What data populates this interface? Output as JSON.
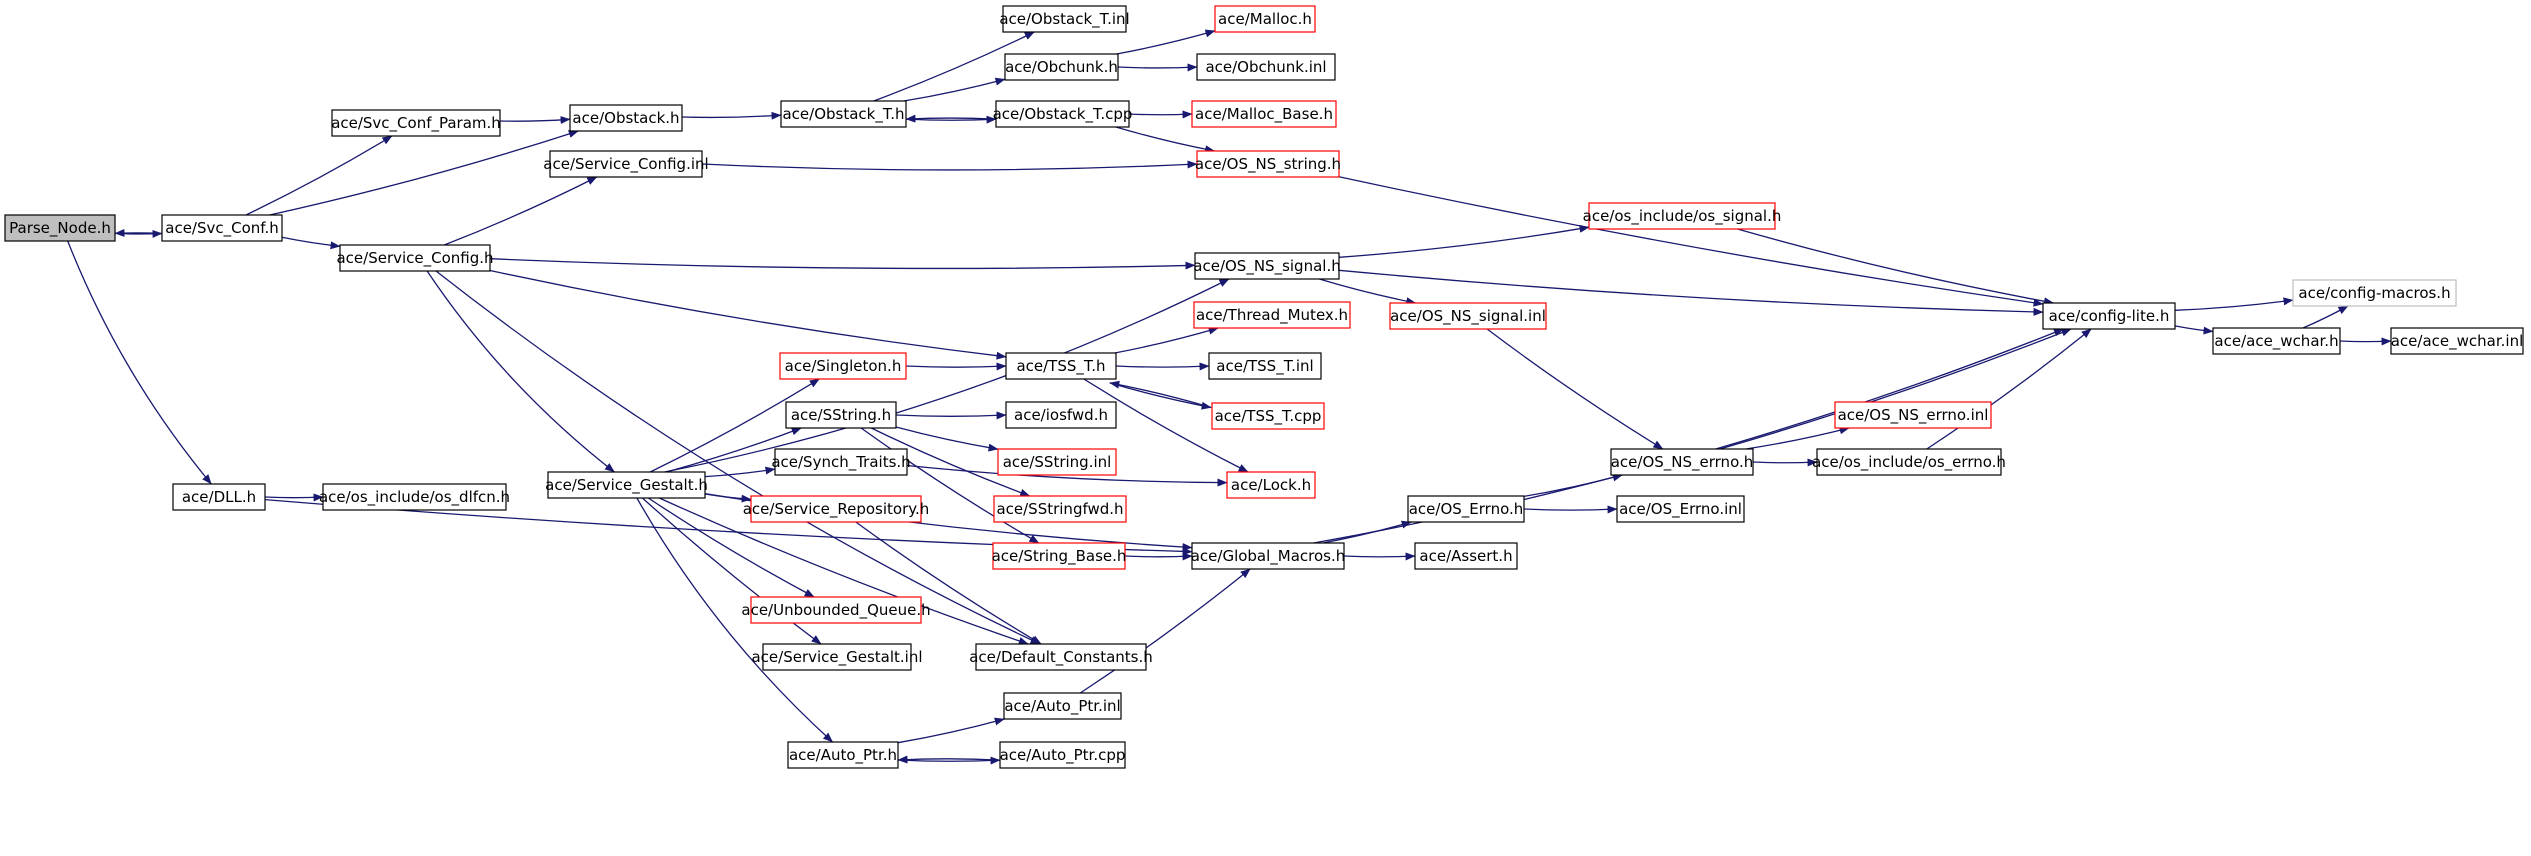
{
  "graph": {
    "edge_color": "#191970",
    "colors": {
      "root_fill": "#bfbfbf",
      "normal_border": "#000000",
      "incomplete_border": "#ff0000",
      "external_border": "#bfbfbf"
    },
    "nodes": [
      {
        "id": "parse_node",
        "label": "Parse_Node.h",
        "kind": "root"
      },
      {
        "id": "svc_conf",
        "label": "ace/Svc_Conf.h",
        "kind": "normal"
      },
      {
        "id": "svc_conf_param",
        "label": "ace/Svc_Conf_Param.h",
        "kind": "normal"
      },
      {
        "id": "obstack",
        "label": "ace/Obstack.h",
        "kind": "normal"
      },
      {
        "id": "obstack_t",
        "label": "ace/Obstack_T.h",
        "kind": "normal"
      },
      {
        "id": "obstack_t_inl",
        "label": "ace/Obstack_T.inl",
        "kind": "normal"
      },
      {
        "id": "obchunk",
        "label": "ace/Obchunk.h",
        "kind": "normal"
      },
      {
        "id": "malloc",
        "label": "ace/Malloc.h",
        "kind": "incomplete"
      },
      {
        "id": "obchunk_inl",
        "label": "ace/Obchunk.inl",
        "kind": "normal"
      },
      {
        "id": "obstack_t_cpp",
        "label": "ace/Obstack_T.cpp",
        "kind": "normal"
      },
      {
        "id": "malloc_base",
        "label": "ace/Malloc_Base.h",
        "kind": "incomplete"
      },
      {
        "id": "os_ns_string",
        "label": "ace/OS_NS_string.h",
        "kind": "incomplete"
      },
      {
        "id": "service_config_inl",
        "label": "ace/Service_Config.inl",
        "kind": "normal"
      },
      {
        "id": "service_config",
        "label": "ace/Service_Config.h",
        "kind": "normal"
      },
      {
        "id": "os_ns_signal",
        "label": "ace/OS_NS_signal.h",
        "kind": "normal"
      },
      {
        "id": "os_include_os_signal",
        "label": "ace/os_include/os_signal.h",
        "kind": "incomplete"
      },
      {
        "id": "config_lite",
        "label": "ace/config-lite.h",
        "kind": "normal"
      },
      {
        "id": "config_macros",
        "label": "ace/config-macros.h",
        "kind": "external"
      },
      {
        "id": "ace_wchar",
        "label": "ace/ace_wchar.h",
        "kind": "normal"
      },
      {
        "id": "ace_wchar_inl",
        "label": "ace/ace_wchar.inl",
        "kind": "normal"
      },
      {
        "id": "os_ns_signal_inl",
        "label": "ace/OS_NS_signal.inl",
        "kind": "incomplete"
      },
      {
        "id": "thread_mutex",
        "label": "ace/Thread_Mutex.h",
        "kind": "incomplete"
      },
      {
        "id": "singleton",
        "label": "ace/Singleton.h",
        "kind": "incomplete"
      },
      {
        "id": "tss_t",
        "label": "ace/TSS_T.h",
        "kind": "normal"
      },
      {
        "id": "tss_t_inl",
        "label": "ace/TSS_T.inl",
        "kind": "normal"
      },
      {
        "id": "tss_t_cpp",
        "label": "ace/TSS_T.cpp",
        "kind": "incomplete"
      },
      {
        "id": "sstring",
        "label": "ace/SString.h",
        "kind": "normal"
      },
      {
        "id": "iosfwd",
        "label": "ace/iosfwd.h",
        "kind": "normal"
      },
      {
        "id": "sstring_inl",
        "label": "ace/SString.inl",
        "kind": "incomplete"
      },
      {
        "id": "sstringfwd",
        "label": "ace/SStringfwd.h",
        "kind": "incomplete"
      },
      {
        "id": "lock",
        "label": "ace/Lock.h",
        "kind": "incomplete"
      },
      {
        "id": "synch_traits",
        "label": "ace/Synch_Traits.h",
        "kind": "normal"
      },
      {
        "id": "service_gestalt",
        "label": "ace/Service_Gestalt.h",
        "kind": "normal"
      },
      {
        "id": "service_repository",
        "label": "ace/Service_Repository.h",
        "kind": "incomplete"
      },
      {
        "id": "string_base",
        "label": "ace/String_Base.h",
        "kind": "incomplete"
      },
      {
        "id": "global_macros",
        "label": "ace/Global_Macros.h",
        "kind": "normal"
      },
      {
        "id": "os_errno",
        "label": "ace/OS_Errno.h",
        "kind": "normal"
      },
      {
        "id": "os_errno_inl",
        "label": "ace/OS_Errno.inl",
        "kind": "normal"
      },
      {
        "id": "os_ns_errno",
        "label": "ace/OS_NS_errno.h",
        "kind": "normal"
      },
      {
        "id": "os_ns_errno_inl",
        "label": "ace/OS_NS_errno.inl",
        "kind": "incomplete"
      },
      {
        "id": "os_include_os_errno",
        "label": "ace/os_include/os_errno.h",
        "kind": "normal"
      },
      {
        "id": "assert",
        "label": "ace/Assert.h",
        "kind": "normal"
      },
      {
        "id": "dll",
        "label": "ace/DLL.h",
        "kind": "normal"
      },
      {
        "id": "os_dlfcn",
        "label": "ace/os_include/os_dlfcn.h",
        "kind": "normal"
      },
      {
        "id": "unbounded_queue",
        "label": "ace/Unbounded_Queue.h",
        "kind": "incomplete"
      },
      {
        "id": "service_gestalt_inl",
        "label": "ace/Service_Gestalt.inl",
        "kind": "normal"
      },
      {
        "id": "default_constants",
        "label": "ace/Default_Constants.h",
        "kind": "normal"
      },
      {
        "id": "auto_ptr_inl",
        "label": "ace/Auto_Ptr.inl",
        "kind": "normal"
      },
      {
        "id": "auto_ptr",
        "label": "ace/Auto_Ptr.h",
        "kind": "normal"
      },
      {
        "id": "auto_ptr_cpp",
        "label": "ace/Auto_Ptr.cpp",
        "kind": "normal"
      }
    ],
    "edges": [
      {
        "from": "parse_node",
        "to": "svc_conf"
      },
      {
        "from": "svc_conf",
        "to": "parse_node"
      },
      {
        "from": "parse_node",
        "to": "dll"
      },
      {
        "from": "svc_conf",
        "to": "svc_conf_param"
      },
      {
        "from": "svc_conf",
        "to": "obstack"
      },
      {
        "from": "svc_conf",
        "to": "service_config"
      },
      {
        "from": "svc_conf_param",
        "to": "obstack"
      },
      {
        "from": "obstack",
        "to": "obstack_t"
      },
      {
        "from": "obstack_t",
        "to": "obstack_t_inl"
      },
      {
        "from": "obstack_t",
        "to": "obchunk"
      },
      {
        "from": "obstack_t",
        "to": "obstack_t_cpp"
      },
      {
        "from": "obchunk",
        "to": "malloc"
      },
      {
        "from": "obchunk",
        "to": "obchunk_inl"
      },
      {
        "from": "obstack_t_cpp",
        "to": "obstack_t"
      },
      {
        "from": "obstack_t_cpp",
        "to": "malloc_base"
      },
      {
        "from": "obstack_t_cpp",
        "to": "os_ns_string"
      },
      {
        "from": "os_ns_string",
        "to": "config_lite"
      },
      {
        "from": "service_config",
        "to": "service_config_inl"
      },
      {
        "from": "service_config_inl",
        "to": "os_ns_string"
      },
      {
        "from": "service_config",
        "to": "os_ns_signal"
      },
      {
        "from": "service_config",
        "to": "tss_t"
      },
      {
        "from": "service_config",
        "to": "service_gestalt"
      },
      {
        "from": "service_config",
        "to": "default_constants"
      },
      {
        "from": "os_ns_signal",
        "to": "os_include_os_signal"
      },
      {
        "from": "os_ns_signal",
        "to": "config_lite"
      },
      {
        "from": "os_ns_signal",
        "to": "os_ns_signal_inl"
      },
      {
        "from": "os_include_os_signal",
        "to": "config_lite"
      },
      {
        "from": "config_lite",
        "to": "config_macros"
      },
      {
        "from": "config_lite",
        "to": "ace_wchar"
      },
      {
        "from": "ace_wchar",
        "to": "config_macros"
      },
      {
        "from": "ace_wchar",
        "to": "ace_wchar_inl"
      },
      {
        "from": "os_ns_signal_inl",
        "to": "os_ns_errno"
      },
      {
        "from": "tss_t",
        "to": "thread_mutex"
      },
      {
        "from": "tss_t",
        "to": "tss_t_inl"
      },
      {
        "from": "tss_t",
        "to": "tss_t_cpp"
      },
      {
        "from": "tss_t",
        "to": "lock"
      },
      {
        "from": "tss_t_cpp",
        "to": "tss_t"
      },
      {
        "from": "singleton",
        "to": "tss_t"
      },
      {
        "from": "sstring",
        "to": "iosfwd"
      },
      {
        "from": "sstring",
        "to": "sstring_inl"
      },
      {
        "from": "sstring",
        "to": "sstringfwd"
      },
      {
        "from": "sstring",
        "to": "string_base"
      },
      {
        "from": "synch_traits",
        "to": "lock"
      },
      {
        "from": "service_gestalt",
        "to": "os_ns_signal"
      },
      {
        "from": "service_gestalt",
        "to": "singleton"
      },
      {
        "from": "service_gestalt",
        "to": "sstring"
      },
      {
        "from": "service_gestalt",
        "to": "synch_traits"
      },
      {
        "from": "service_gestalt",
        "to": "service_repository"
      },
      {
        "from": "service_gestalt",
        "to": "global_macros"
      },
      {
        "from": "service_gestalt",
        "to": "unbounded_queue"
      },
      {
        "from": "service_gestalt",
        "to": "service_gestalt_inl"
      },
      {
        "from": "service_gestalt",
        "to": "default_constants"
      },
      {
        "from": "service_gestalt",
        "to": "auto_ptr"
      },
      {
        "from": "service_repository",
        "to": "default_constants"
      },
      {
        "from": "string_base",
        "to": "global_macros"
      },
      {
        "from": "global_macros",
        "to": "config_lite"
      },
      {
        "from": "global_macros",
        "to": "os_errno"
      },
      {
        "from": "global_macros",
        "to": "assert"
      },
      {
        "from": "os_errno",
        "to": "os_ns_errno"
      },
      {
        "from": "os_errno",
        "to": "os_errno_inl"
      },
      {
        "from": "os_ns_errno",
        "to": "os_ns_errno_inl"
      },
      {
        "from": "os_ns_errno",
        "to": "os_include_os_errno"
      },
      {
        "from": "os_ns_errno",
        "to": "config_lite"
      },
      {
        "from": "os_include_os_errno",
        "to": "config_lite"
      },
      {
        "from": "dll",
        "to": "os_dlfcn"
      },
      {
        "from": "dll",
        "to": "global_macros"
      },
      {
        "from": "auto_ptr",
        "to": "auto_ptr_inl"
      },
      {
        "from": "auto_ptr",
        "to": "auto_ptr_cpp"
      },
      {
        "from": "auto_ptr_inl",
        "to": "global_macros"
      },
      {
        "from": "auto_ptr_cpp",
        "to": "auto_ptr"
      }
    ]
  }
}
